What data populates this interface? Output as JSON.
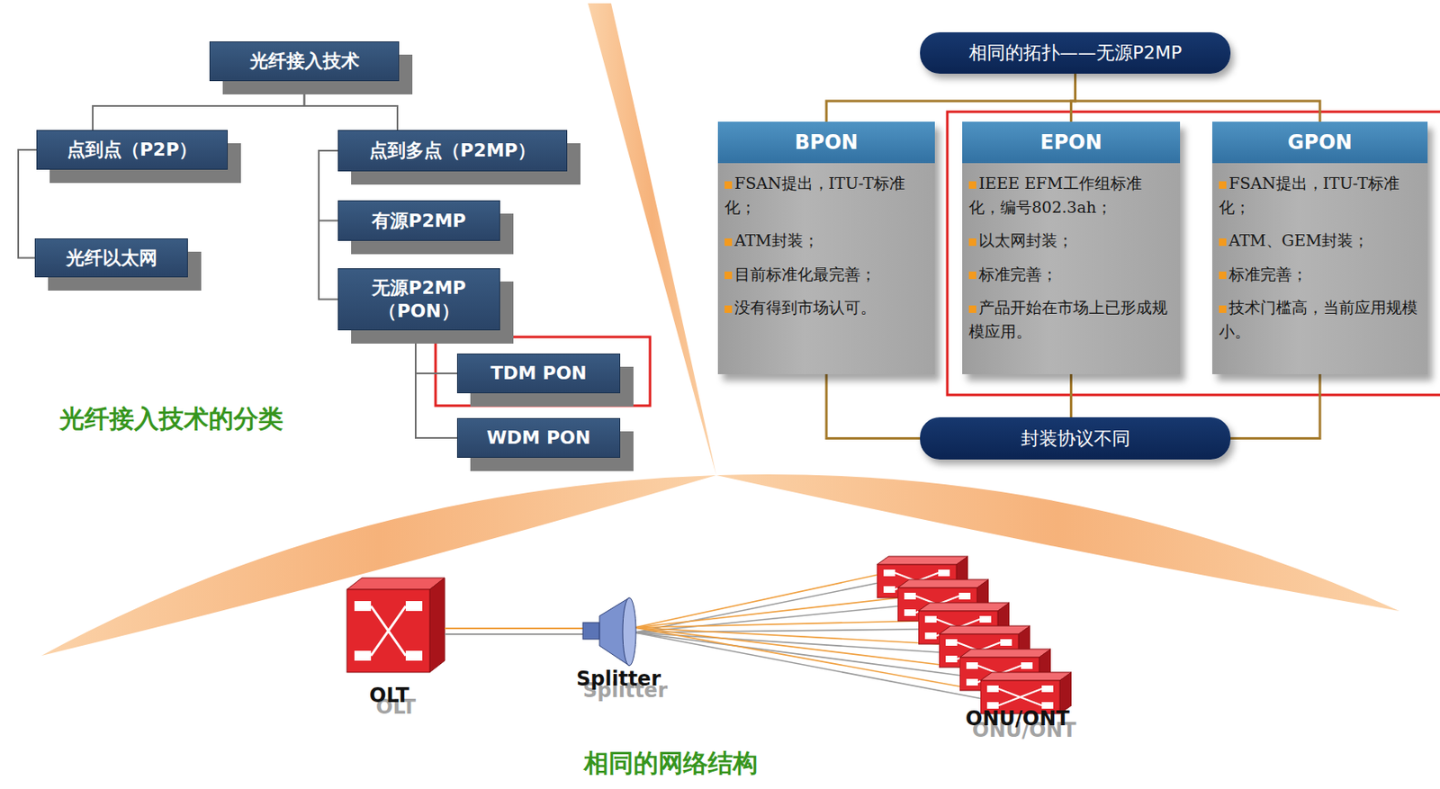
{
  "diagram": {
    "nodes": [
      {
        "text": [
          "光纤接入技术"
        ]
      },
      {
        "text": [
          "点到点（P2P）"
        ]
      },
      {
        "text": [
          "光纤以太网"
        ]
      },
      {
        "text": [
          "点到多点（P2MP）"
        ]
      },
      {
        "text": [
          "有源P2MP"
        ]
      },
      {
        "text": [
          "无源P2MP （PON）"
        ]
      },
      {
        "text": [
          "TDM PON"
        ]
      },
      {
        "text": [
          "WDM PON"
        ]
      },
      {
        "text": [
          "相同的拓扑——无源P2MP"
        ]
      },
      {
        "text": [
          "BPON",
          "FSAN提出，ITU-T标准化；",
          "ATM封装；",
          "目前标准化最完善；",
          "没有得到市场认可。"
        ]
      },
      {
        "text": [
          "EPON",
          "IEEE EFM工作组标准化，编号802.3ah；",
          "以太网封装；",
          "标准完善；",
          "产品开始在市场上已形成规模应用。"
        ]
      },
      {
        "text": [
          "GPON",
          "FSAN提出，ITU-T标准化；",
          "ATM、GEM封装；",
          "标准完善；",
          "技术门槛高，当前应用规模小。"
        ]
      },
      {
        "text": [
          "封装协议不同"
        ]
      }
    ],
    "edges": [
      {
        "from": 0,
        "to": 1,
        "arrow": "none"
      },
      {
        "from": 0,
        "to": 3,
        "arrow": "none"
      },
      {
        "from": 1,
        "to": 2,
        "arrow": "none"
      },
      {
        "from": 3,
        "to": 4,
        "arrow": "none"
      },
      {
        "from": 3,
        "to": 5,
        "arrow": "none"
      },
      {
        "from": 5,
        "to": 6,
        "arrow": "none"
      },
      {
        "from": 5,
        "to": 7,
        "arrow": "none"
      },
      {
        "from": 8,
        "to": 9,
        "arrow": "none"
      },
      {
        "from": 8,
        "to": 10,
        "arrow": "none"
      },
      {
        "from": 8,
        "to": 11,
        "arrow": "none"
      },
      {
        "from": 9,
        "to": 12,
        "arrow": "none"
      },
      {
        "from": 10,
        "to": 12,
        "arrow": "none"
      },
      {
        "from": 11,
        "to": 12,
        "arrow": "none"
      }
    ],
    "labels": [
      "光纤接入技术的分类",
      "OLT",
      "Splitter",
      "ONU/ONT",
      "相同的网络结构"
    ]
  }
}
